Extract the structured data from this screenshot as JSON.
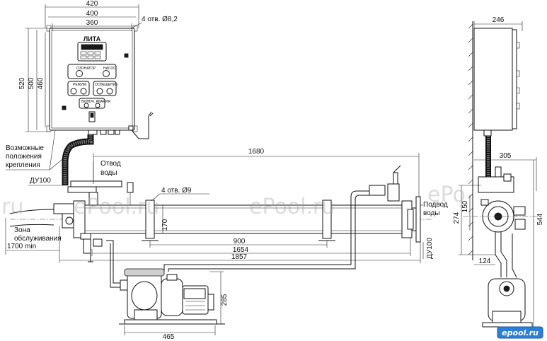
{
  "colors": {
    "ink": "#111111",
    "panel_fill": "#ffffff",
    "knob": "#1a1a1a",
    "watermark": "#9a9a9a",
    "badge_bg": "#2d7fd6"
  },
  "front_view": {
    "dim_width_outer": "420",
    "dim_width_mid": "400",
    "dim_width_inner": "360",
    "dim_height_outer": "520",
    "dim_height_mid": "500",
    "dim_height_inner": "460",
    "holes_label": "4 отв. Ø8,2"
  },
  "panel": {
    "brand": "ЛИТА",
    "left_group": "ОЗОНАТОР",
    "right_group": "НАСОС",
    "block2_left": "РЕЖИМ",
    "block2_right": "ОСВЕЩЕНИЕ",
    "block3": "ВКЛЮЧ. АВАРИЯ"
  },
  "labels": {
    "mount_positions": "Возможные положения крепления",
    "du100_left": "ДУ100",
    "outlet": "Отвод воды",
    "inlet": "Подвод воды",
    "du100_right": "ДУ100",
    "service_zone": "Зона обслуживания",
    "holes_9": "4 отв. Ø9"
  },
  "dimensions": {
    "d1680": "1680",
    "d170": "170",
    "d900": "900",
    "d1654": "1654",
    "d1857": "1857",
    "d1700min": "1700 min",
    "d285": "285",
    "d465": "465",
    "d246": "246",
    "d305": "305",
    "d274": "274",
    "d150": "150",
    "d544": "544",
    "d124": "124"
  },
  "watermark": {
    "left": "ru",
    "center": "ePool.ru",
    "center2": "ePool.ru",
    "right": "ePo"
  },
  "badge": "epool.ru",
  "icons": [
    "control-box",
    "uv-lamp-tube",
    "pump",
    "ball-valve",
    "pipe-flange",
    "knob",
    "wall-hatch"
  ]
}
